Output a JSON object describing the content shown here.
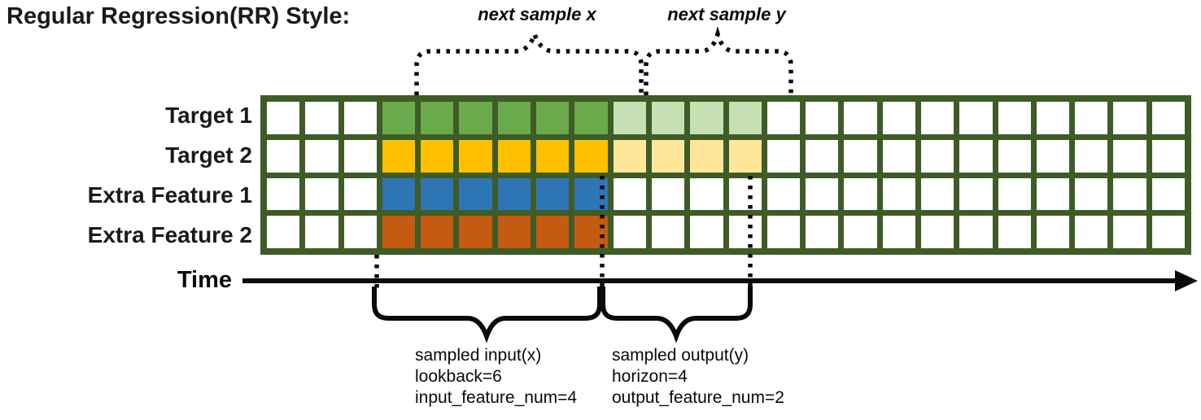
{
  "title": "Regular Regression(RR) Style:",
  "annotations": {
    "next_sample_x": "next sample x",
    "next_sample_y": "next sample y",
    "time_label": "Time",
    "input_lines": [
      "sampled input(x)",
      "lookback=6",
      "input_feature_num=4"
    ],
    "output_lines": [
      "sampled output(y)",
      "horizon=4",
      "output_feature_num=2"
    ]
  },
  "grid": {
    "columns": 24,
    "input_start": 3,
    "input_len": 6,
    "output_start": 9,
    "output_len": 4,
    "border_color": "#3e5c26",
    "empty_cell_color": "#ffffff",
    "rows": [
      {
        "label": "Target 1",
        "input_color": "#6aaa4c",
        "output_color": "#c6e0b4"
      },
      {
        "label": "Target 2",
        "input_color": "#ffc000",
        "output_color": "#ffe699"
      },
      {
        "label": "Extra Feature 1",
        "input_color": "#2e75b6",
        "output_color": null
      },
      {
        "label": "Extra Feature 2",
        "input_color": "#c55a11",
        "output_color": null
      }
    ]
  },
  "parameters": {
    "lookback": 6,
    "horizon": 4,
    "input_feature_num": 4,
    "output_feature_num": 2
  },
  "colors": {
    "stroke": "#0a0a0a",
    "input_green": "#6aaa4c",
    "output_green_light": "#c6e0b4",
    "input_gold": "#ffc000",
    "output_gold_light": "#ffe699",
    "input_blue": "#2e75b6",
    "input_orange": "#c55a11",
    "grid_border_green": "#3e5c26"
  }
}
